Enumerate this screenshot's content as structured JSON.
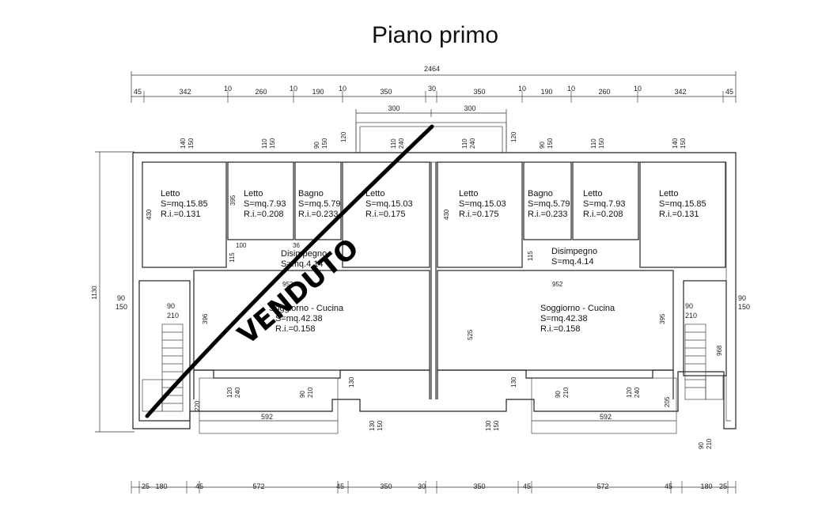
{
  "title": "Piano primo",
  "stamp": "VENDUTO",
  "top_total": "2464",
  "top_dims": [
    "45",
    "342",
    "10",
    "260",
    "10",
    "190",
    "10",
    "350",
    "30",
    "350",
    "10",
    "190",
    "10",
    "260",
    "10",
    "342",
    "45"
  ],
  "balcony_dims": [
    "300",
    "300"
  ],
  "bottom_dims": [
    "25",
    "180",
    "45",
    "572",
    "45",
    "350",
    "30",
    "350",
    "45",
    "572",
    "45",
    "180",
    "25"
  ],
  "left_height": "1130",
  "rooms": [
    {
      "name": "Letto",
      "area": "S=mq.15.85",
      "ri": "R.i.=0.131"
    },
    {
      "name": "Letto",
      "area": "S=mq.7.93",
      "ri": "R.i.=0.208"
    },
    {
      "name": "Bagno",
      "area": "S=mq.5.79",
      "ri": "R.i.=0.233"
    },
    {
      "name": "Letto",
      "area": "S=mq.15.03",
      "ri": "R.i.=0.175"
    },
    {
      "name": "Letto",
      "area": "S=mq.15.03",
      "ri": "R.i.=0.175"
    },
    {
      "name": "Bagno",
      "area": "S=mq.5.79",
      "ri": "R.i.=0.233"
    },
    {
      "name": "Letto",
      "area": "S=mq.7.93",
      "ri": "R.i.=0.208"
    },
    {
      "name": "Letto",
      "area": "S=mq.15.85",
      "ri": "R.i.=0.131"
    },
    {
      "name": "Disimpegno",
      "area": "S=mq.4.14",
      "ri": ""
    },
    {
      "name": "Disimpegno",
      "area": "S=mq.4.14",
      "ri": ""
    },
    {
      "name": "Soggiorno - Cucina",
      "area": "S=mq.42.38",
      "ri": "R.i.=0.158"
    },
    {
      "name": "Soggiorno - Cucina",
      "area": "S=mq.42.38",
      "ri": "R.i.=0.158"
    }
  ],
  "window_labels": {
    "w1a": "140",
    "w1b": "150",
    "w2a": "110",
    "w2b": "150",
    "w3a": "90",
    "w3b": "150",
    "w4a": "120",
    "w5a": "110",
    "w5b": "240",
    "w6a": "110",
    "w6b": "240",
    "w7a": "120",
    "w8a": "90",
    "w8b": "150",
    "w9a": "110",
    "w9b": "150",
    "w10a": "140",
    "w10b": "150",
    "s1a": "90",
    "s1b": "150",
    "s2a": "90",
    "s2b": "210",
    "s3a": "90",
    "s3b": "210",
    "s4a": "90",
    "s4b": "150",
    "b1a": "120",
    "b1b": "240",
    "b2a": "90",
    "b2b": "210",
    "b3a": "90",
    "b3b": "210",
    "b4a": "120",
    "b4b": "240",
    "d1a": "130",
    "d1b": "150",
    "d2a": "130",
    "d2b": "150",
    "e1a": "90",
    "e1b": "210"
  },
  "inner_dims": {
    "h430a": "430",
    "h395a": "395",
    "h430b": "430",
    "h100": "100",
    "h115a": "115",
    "h115b": "115",
    "w952a": "952",
    "w952b": "952",
    "w36": "36",
    "h396a": "396",
    "h525": "525",
    "h395b": "395",
    "h968": "968",
    "h130a": "130",
    "h130b": "130",
    "h220": "220",
    "h205": "205",
    "w592a": "592",
    "w592b": "592"
  }
}
